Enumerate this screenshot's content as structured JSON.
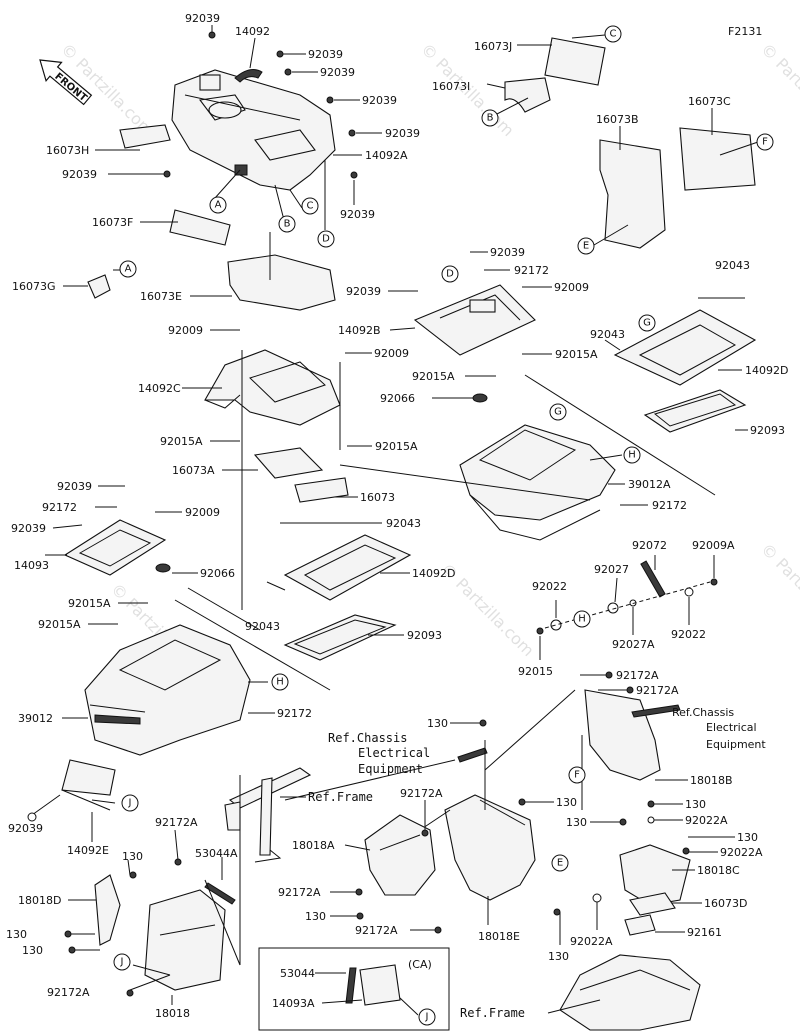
{
  "figure_code": "F2131",
  "front_label": "FRONT",
  "watermark": "© Partzilla.com",
  "ref_frame": "Ref.Frame",
  "ref_chassis": [
    "Ref.Chassis",
    "Electrical",
    "Equipment"
  ],
  "ca_label": "(CA)",
  "part_labels": {
    "p92039_top": "92039",
    "p14092_top": "14092",
    "p92039_b": "92039",
    "p92039_c": "92039",
    "p92039_d": "92039",
    "p92039_e": "92039",
    "p16073H": "16073H",
    "p14092A": "14092A",
    "p92039_f": "92039",
    "p92039_g": "92039",
    "p16073F": "16073F",
    "p16073G": "16073G",
    "p16073E": "16073E",
    "p16073J": "16073J",
    "p16073I": "16073I",
    "p16073B": "16073B",
    "p16073C": "16073C",
    "p92039_h": "92039",
    "p92172_a": "92172",
    "p92039_i": "92039",
    "p92009_a": "92009",
    "p92043_a": "92043",
    "p14092B": "14092B",
    "p92015A_a": "92015A",
    "p92043_b": "92043",
    "p92015A_b": "92015A",
    "p14092D_a": "14092D",
    "p92066_a": "92066",
    "p92093_a": "92093",
    "p92009_b": "92009",
    "p92009_c": "92009",
    "p14092C": "14092C",
    "p92015A_c": "92015A",
    "p92015A_d": "92015A",
    "p16073A": "16073A",
    "p16073": "16073",
    "p39012A": "39012A",
    "p92172_b": "92172",
    "p92039_j": "92039",
    "p92172_c": "92172",
    "p92039_k": "92039",
    "p92009_d": "92009",
    "p14093": "14093",
    "p92043_c": "92043",
    "p92066_b": "92066",
    "p14092D_b": "14092D",
    "p92015A_e": "92015A",
    "p92015A_f": "92015A",
    "p92043_d": "92043",
    "p92093_b": "92093",
    "p39012": "39012",
    "p92172_d": "92172",
    "p92072": "92072",
    "p92009A": "92009A",
    "p92022_a": "92022",
    "p92027": "92027",
    "p92027A": "92027A",
    "p92022_b": "92022",
    "p92015": "92015",
    "p92172A_a": "92172A",
    "p92172A_b": "92172A",
    "p130_a": "130",
    "p18018B": "18018B",
    "p92039_l": "92039",
    "p14092E": "14092E",
    "p92172A_c": "92172A",
    "p92172A_d": "92172A",
    "p130_b": "130",
    "p53044A": "53044A",
    "p18018D": "18018D",
    "p130_c": "130",
    "p130_d": "130",
    "p18018A": "18018A",
    "p92172A_e": "92172A",
    "p130_e": "130",
    "p92172A_f": "92172A",
    "p18018E": "18018E",
    "p130_f": "130",
    "p130_g": "130",
    "p92022A_a": "92022A",
    "p130_h": "130",
    "p92022A_b": "92022A",
    "p18018C": "18018C",
    "p16073D": "16073D",
    "p92022A_c": "92022A",
    "p92161": "92161",
    "p130_i": "130",
    "p92172A_g": "92172A",
    "p18018": "18018",
    "p53044": "53044",
    "p14093A": "14093A"
  },
  "callouts": [
    "A",
    "B",
    "C",
    "D",
    "E",
    "F",
    "G",
    "H",
    "J"
  ]
}
